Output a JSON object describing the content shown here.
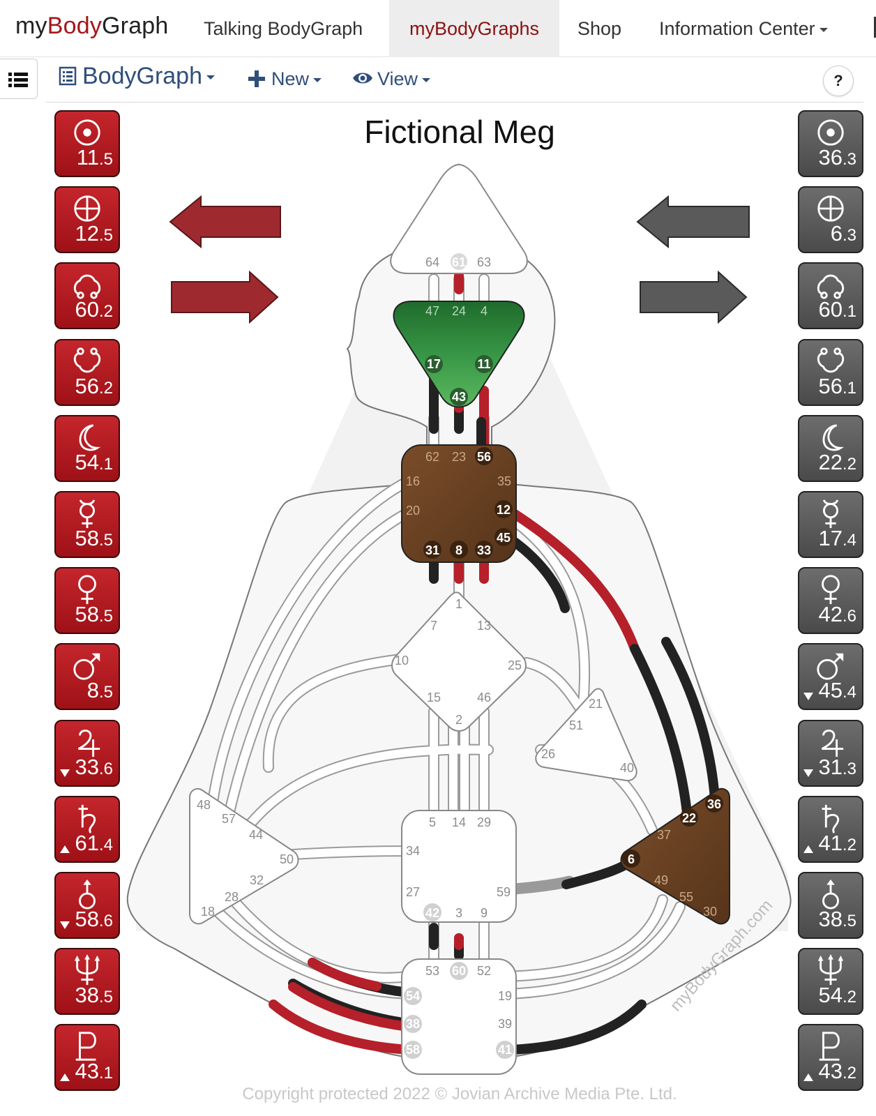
{
  "brand": {
    "part1": "my",
    "part2": "Body",
    "part3": "Graph"
  },
  "nav": {
    "items": [
      "Talking BodyGraph",
      "myBodyGraphs",
      "Shop",
      "Information Center"
    ]
  },
  "toolbar": {
    "bodygraph_label": "BodyGraph",
    "new_label": "New",
    "view_label": "View",
    "help_label": "?"
  },
  "chart": {
    "title": "Fictional Meg",
    "watermark": "myBodyGraph.com",
    "copyright": "Copyright protected 2022 © Jovian Archive Media Pte. Ltd."
  },
  "colors": {
    "design_red": "#b5202a",
    "personality_gray": "#555555",
    "black_line": "#222222",
    "brown_center": "#6b4426",
    "green_center": "#2f8a3e"
  },
  "design_planets": [
    {
      "icon": "sun-icon",
      "whole": "11",
      "dec": ".5",
      "arrow": ""
    },
    {
      "icon": "earth-icon",
      "whole": "12",
      "dec": ".5",
      "arrow": ""
    },
    {
      "icon": "north-node-icon",
      "whole": "60",
      "dec": ".2",
      "arrow": ""
    },
    {
      "icon": "south-node-icon",
      "whole": "56",
      "dec": ".2",
      "arrow": ""
    },
    {
      "icon": "moon-icon",
      "whole": "54",
      "dec": ".1",
      "arrow": ""
    },
    {
      "icon": "mercury-icon",
      "whole": "58",
      "dec": ".5",
      "arrow": ""
    },
    {
      "icon": "venus-icon",
      "whole": "58",
      "dec": ".5",
      "arrow": ""
    },
    {
      "icon": "mars-icon",
      "whole": "8",
      "dec": ".5",
      "arrow": ""
    },
    {
      "icon": "jupiter-icon",
      "whole": "33",
      "dec": ".6",
      "arrow": "down"
    },
    {
      "icon": "saturn-icon",
      "whole": "61",
      "dec": ".4",
      "arrow": "up"
    },
    {
      "icon": "uranus-icon",
      "whole": "58",
      "dec": ".6",
      "arrow": "down"
    },
    {
      "icon": "neptune-icon",
      "whole": "38",
      "dec": ".5",
      "arrow": ""
    },
    {
      "icon": "pluto-icon",
      "whole": "43",
      "dec": ".1",
      "arrow": "up"
    }
  ],
  "personality_planets": [
    {
      "icon": "sun-icon",
      "whole": "36",
      "dec": ".3",
      "arrow": ""
    },
    {
      "icon": "earth-icon",
      "whole": "6",
      "dec": ".3",
      "arrow": ""
    },
    {
      "icon": "north-node-icon",
      "whole": "60",
      "dec": ".1",
      "arrow": ""
    },
    {
      "icon": "south-node-icon",
      "whole": "56",
      "dec": ".1",
      "arrow": ""
    },
    {
      "icon": "moon-icon",
      "whole": "22",
      "dec": ".2",
      "arrow": ""
    },
    {
      "icon": "mercury-icon",
      "whole": "17",
      "dec": ".4",
      "arrow": ""
    },
    {
      "icon": "venus-icon",
      "whole": "42",
      "dec": ".6",
      "arrow": ""
    },
    {
      "icon": "mars-icon",
      "whole": "45",
      "dec": ".4",
      "arrow": "down"
    },
    {
      "icon": "jupiter-icon",
      "whole": "31",
      "dec": ".3",
      "arrow": "down"
    },
    {
      "icon": "saturn-icon",
      "whole": "41",
      "dec": ".2",
      "arrow": "up"
    },
    {
      "icon": "uranus-icon",
      "whole": "38",
      "dec": ".5",
      "arrow": ""
    },
    {
      "icon": "neptune-icon",
      "whole": "54",
      "dec": ".2",
      "arrow": ""
    },
    {
      "icon": "pluto-icon",
      "whole": "43",
      "dec": ".2",
      "arrow": "up"
    }
  ],
  "centers": {
    "head": {
      "defined": false,
      "gates": {
        "g64": "64",
        "g61": "61",
        "g63": "63"
      }
    },
    "ajna": {
      "defined": true,
      "gates": {
        "g47": "47",
        "g24": "24",
        "g4": "4",
        "g17": "17",
        "g11": "11",
        "g43": "43"
      }
    },
    "throat": {
      "defined": true,
      "gates": {
        "g62": "62",
        "g23": "23",
        "g56": "56",
        "g16": "16",
        "g35": "35",
        "g20": "20",
        "g12": "12",
        "g45": "45",
        "g31": "31",
        "g8": "8",
        "g33": "33"
      }
    },
    "g": {
      "defined": false,
      "gates": {
        "g1": "1",
        "g7": "7",
        "g13": "13",
        "g10": "10",
        "g25": "25",
        "g15": "15",
        "g46": "46",
        "g2": "2"
      }
    },
    "heart": {
      "defined": false,
      "gates": {
        "g21": "21",
        "g51": "51",
        "g26": "26",
        "g40": "40"
      }
    },
    "spleen": {
      "defined": false,
      "gates": {
        "g48": "48",
        "g57": "57",
        "g44": "44",
        "g50": "50",
        "g32": "32",
        "g28": "28",
        "g18": "18"
      }
    },
    "sacral": {
      "defined": false,
      "gates": {
        "g5": "5",
        "g14": "14",
        "g29": "29",
        "g34": "34",
        "g27": "27",
        "g59": "59",
        "g42": "42",
        "g3": "3",
        "g9": "9"
      }
    },
    "solar": {
      "defined": true,
      "gates": {
        "g36": "36",
        "g22": "22",
        "g37": "37",
        "g6": "6",
        "g49": "49",
        "g55": "55",
        "g30": "30"
      }
    },
    "root": {
      "defined": false,
      "gates": {
        "g53": "53",
        "g60": "60",
        "g52": "52",
        "g54": "54",
        "g19": "19",
        "g38": "38",
        "g39": "39",
        "g58": "58",
        "g41": "41"
      }
    }
  }
}
